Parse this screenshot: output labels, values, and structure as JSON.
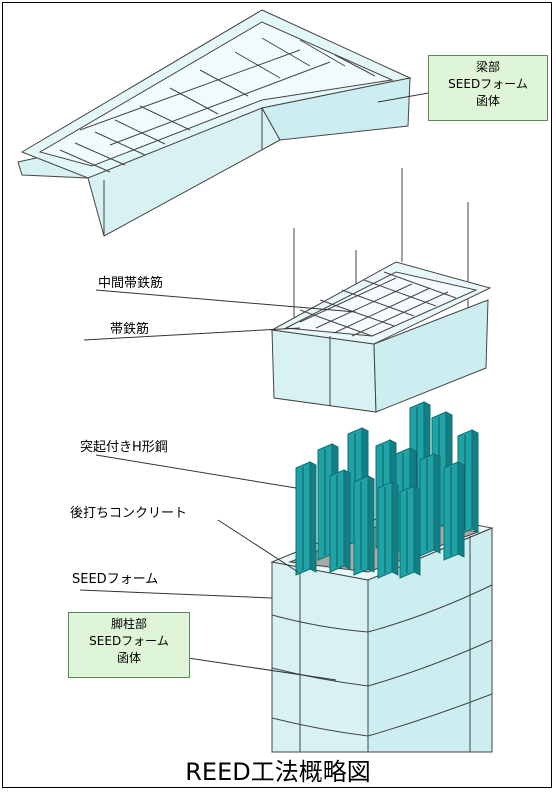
{
  "diagram": {
    "caption": "REED工法概略図",
    "beam_callout": {
      "line1": "梁部",
      "line2": "SEEDフォーム",
      "line3": "函体"
    },
    "pier_callout": {
      "line1": "脚柱部",
      "line2": "SEEDフォーム",
      "line3": "函体"
    },
    "labels": {
      "middle_hoop": "中間帯鉄筋",
      "hoop": "帯鉄筋",
      "h_steel": "突起付きH形鋼",
      "post_concrete": "後打ちコンクリート",
      "seed_form": "SEEDフォーム"
    },
    "colors": {
      "form_fill": "#d8f2f4",
      "form_stroke": "#444444",
      "h_steel": "#1fa3a6",
      "callout_fill": "#dff5d7",
      "concrete": "#a8a8a8"
    }
  }
}
